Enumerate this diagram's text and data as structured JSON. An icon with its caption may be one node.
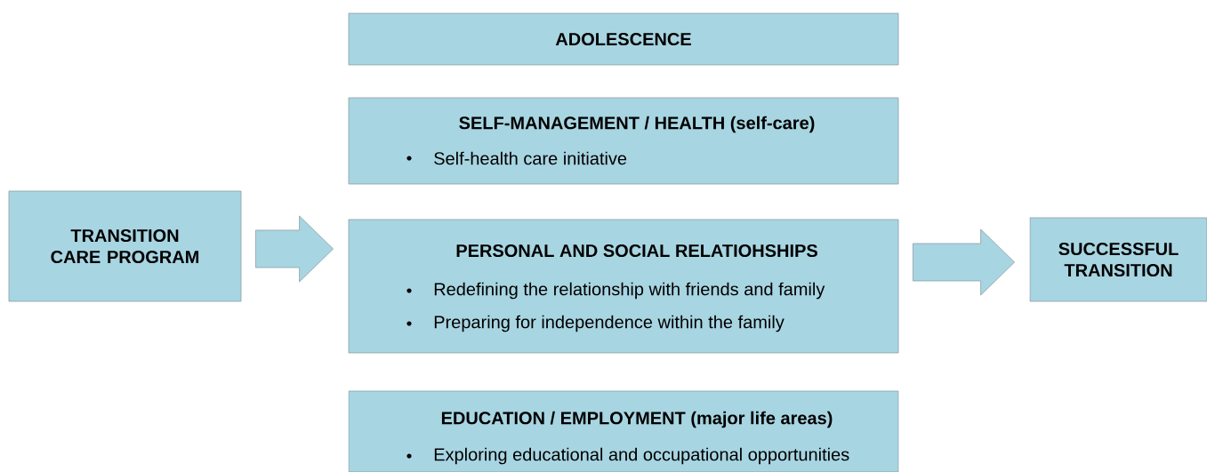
{
  "diagram": {
    "nodes": [
      {
        "text": [
          "ADOLESCENCE"
        ]
      },
      {
        "text": [
          "SELF-MANAGEMENT / HEALTH (self-care)",
          "Self-health care initiative"
        ]
      },
      {
        "text": [
          "TRANSITION CARE PROGRAM"
        ]
      },
      {
        "text": [
          "PERSONAL AND SOCIAL RELATIOHSHIPS",
          "Redefining the relationship with friends and family",
          "Preparing for independence within the family"
        ]
      },
      {
        "text": [
          "SUCCESSFUL TRANSITION"
        ]
      },
      {
        "text": [
          "EDUCATION / EMPLOYMENT (major life areas)",
          "Exploring educational and occupational opportunities"
        ]
      }
    ],
    "edges": [
      {
        "from": 2,
        "to": 3,
        "arrow": "to"
      },
      {
        "from": 3,
        "to": 4,
        "arrow": "to"
      }
    ]
  }
}
